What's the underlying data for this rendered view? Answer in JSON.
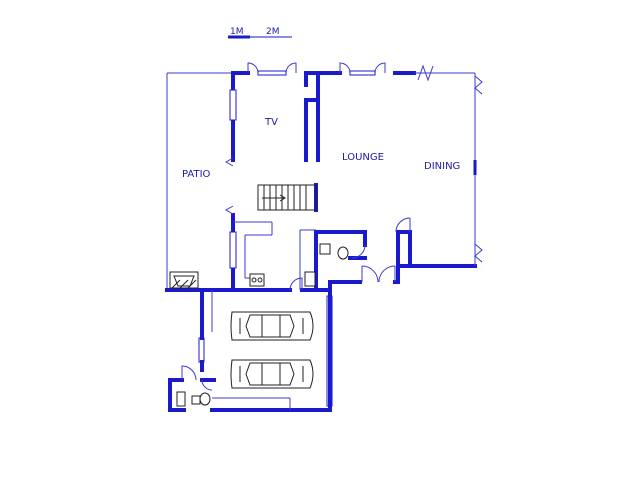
{
  "scale_bar": {
    "mark_1": "1M",
    "mark_2": "2M"
  },
  "rooms": {
    "tv": "TV",
    "patio": "PATIO",
    "lounge": "LOUNGE",
    "dining": "DINING"
  },
  "colors": {
    "wall": "#1a1acc",
    "text": "#1a1aa6",
    "background": "#ffffff"
  }
}
